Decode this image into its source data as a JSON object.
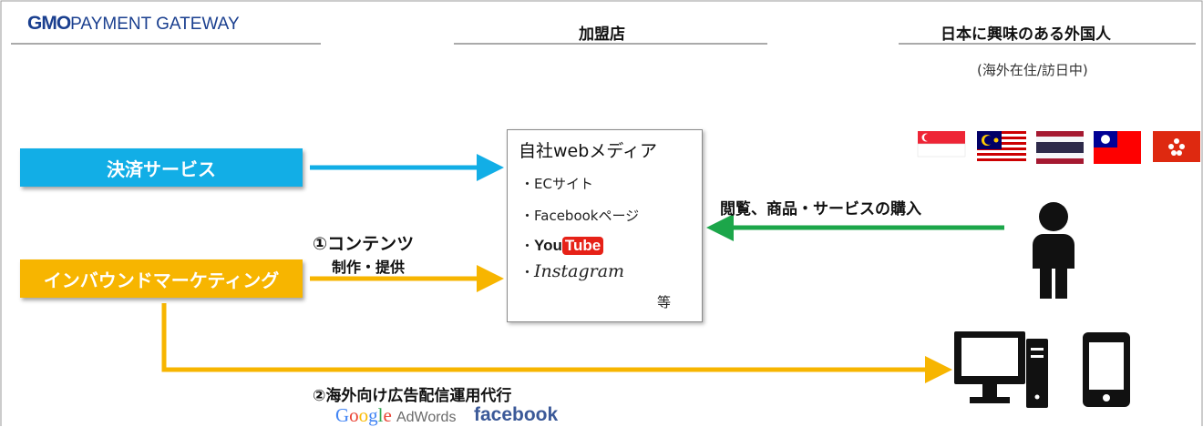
{
  "header": {
    "logo": {
      "gmo": "GMO",
      "rest": "PAYMENT GATEWAY"
    },
    "merchant": "加盟店",
    "foreigners": "日本に興味のある外国人",
    "foreigners_sub": "(海外在住/訪日中)"
  },
  "boxes": {
    "payment": "決済サービス",
    "inbound": "インバウンドマーケティング"
  },
  "media": {
    "title": "自社webメディア",
    "items": [
      "・ECサイト",
      "・Facebookページ"
    ],
    "youtube": {
      "bullet": "・",
      "you": "You",
      "tube": "Tube"
    },
    "instagram": {
      "bullet": "・",
      "name": "Instagram"
    },
    "etc": "等"
  },
  "labels": {
    "browse": "閲覧、商品・サービスの購入",
    "content_line1": "①コンテンツ",
    "content_line2": "制作・提供",
    "ads": "②海外向け広告配信運用代行"
  },
  "ad_logos": {
    "google_letters": [
      "G",
      "o",
      "o",
      "g",
      "l",
      "e"
    ],
    "adwords": "AdWords",
    "facebook": "facebook"
  },
  "flags": [
    "singapore-flag",
    "malaysia-flag",
    "thailand-flag",
    "taiwan-flag",
    "hong-kong-flag"
  ],
  "colors": {
    "payment_blue": "#12aee6",
    "inbound_yellow": "#f7b500",
    "browse_green": "#1ca64a",
    "logo_navy": "#1a3f8f",
    "google": [
      "#4285f4",
      "#ea4335",
      "#fbbc05",
      "#4285f4",
      "#34a853",
      "#ea4335"
    ]
  }
}
